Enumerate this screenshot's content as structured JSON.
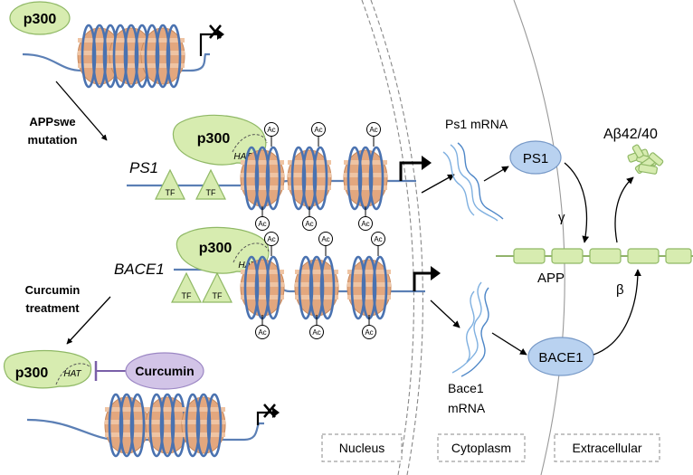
{
  "labels": {
    "p300": "p300",
    "hat": "HAT",
    "tf": "TF",
    "ac": "Ac",
    "ps1_gene": "PS1",
    "bace1_gene": "BACE1",
    "appswe_mutation_line1": "APPswe",
    "appswe_mutation_line2": "mutation",
    "curcumin_treatment_line1": "Curcumin",
    "curcumin_treatment_line2": "treatment",
    "curcumin": "Curcumin",
    "ps1_mrna": "Ps1 mRNA",
    "bace1_mrna_line1": "Bace1",
    "bace1_mrna_line2": "mRNA",
    "ps1_protein": "PS1",
    "bace1_protein": "BACE1",
    "app": "APP",
    "gamma": "γ",
    "beta": "β",
    "abeta": "Aβ42/40"
  },
  "compartments": [
    "Nucleus",
    "Cytoplasm",
    "Extracellular"
  ],
  "colors": {
    "p300_fill": "#d7ecb0",
    "nucleosome": "#e3a77e",
    "dna": "#5b7fb5",
    "protein_blue": "#b9d2f0",
    "curcumin_purple": "#d2c4e7"
  }
}
